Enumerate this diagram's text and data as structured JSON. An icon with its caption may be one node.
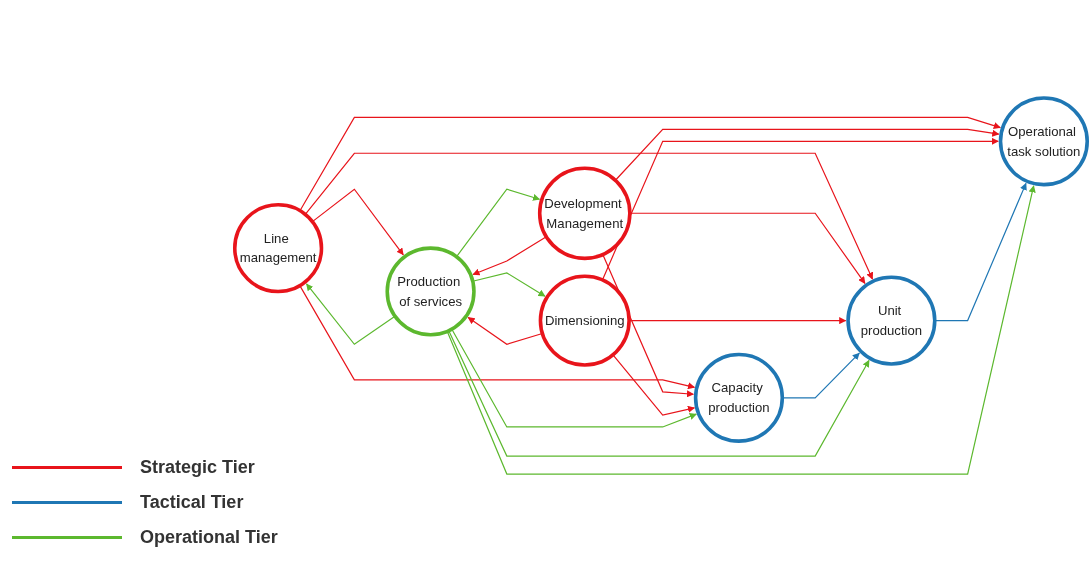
{
  "diagram": {
    "nodes": [
      {
        "text": [
          "Line management"
        ]
      },
      {
        "text": [
          "Development Management"
        ]
      },
      {
        "text": [
          "Dimensioning"
        ]
      },
      {
        "text": [
          "Capacity production"
        ]
      },
      {
        "text": [
          "Unit production"
        ]
      },
      {
        "text": [
          "Operational task solution"
        ]
      },
      {
        "text": [
          "Production of services"
        ]
      }
    ],
    "edges": [
      {
        "from": 0,
        "to": 3,
        "arrow": "to"
      },
      {
        "from": 0,
        "to": 4,
        "arrow": "to"
      },
      {
        "from": 0,
        "to": 5,
        "arrow": "to"
      },
      {
        "from": 0,
        "to": 6,
        "arrow": "to"
      },
      {
        "from": 1,
        "to": 3,
        "arrow": "to"
      },
      {
        "from": 1,
        "to": 4,
        "arrow": "to"
      },
      {
        "from": 1,
        "to": 5,
        "arrow": "to"
      },
      {
        "from": 1,
        "to": 6,
        "arrow": "to"
      },
      {
        "from": 2,
        "to": 3,
        "arrow": "to"
      },
      {
        "from": 2,
        "to": 4,
        "arrow": "to"
      },
      {
        "from": 2,
        "to": 5,
        "arrow": "to"
      },
      {
        "from": 2,
        "to": 6,
        "arrow": "to"
      },
      {
        "from": 3,
        "to": 4,
        "arrow": "to",
        "color": "#1f77b4"
      },
      {
        "from": 4,
        "to": 5,
        "arrow": "to",
        "color": "#1f77b4"
      },
      {
        "from": 6,
        "to": 3,
        "arrow": "to",
        "color": "#5cb82e"
      },
      {
        "from": 6,
        "to": 4,
        "arrow": "to",
        "color": "#5cb82e"
      },
      {
        "from": 6,
        "to": 5,
        "arrow": "to",
        "color": "#5cb82e"
      },
      {
        "from": 6,
        "to": 0,
        "arrow": "to",
        "color": "#5cb82e"
      },
      {
        "from": 6,
        "to": 1,
        "arrow": "to",
        "color": "#5cb82e"
      },
      {
        "from": 6,
        "to": 2,
        "arrow": "to",
        "color": "#5cb82e"
      }
    ],
    "legend": [
      {
        "text": "Strategic Tier",
        "color": "#e8141b"
      },
      {
        "text": "Tactical Tier",
        "color": "#1f77b4"
      },
      {
        "text": "Operational Tier",
        "color": "#5cb82e"
      }
    ]
  }
}
